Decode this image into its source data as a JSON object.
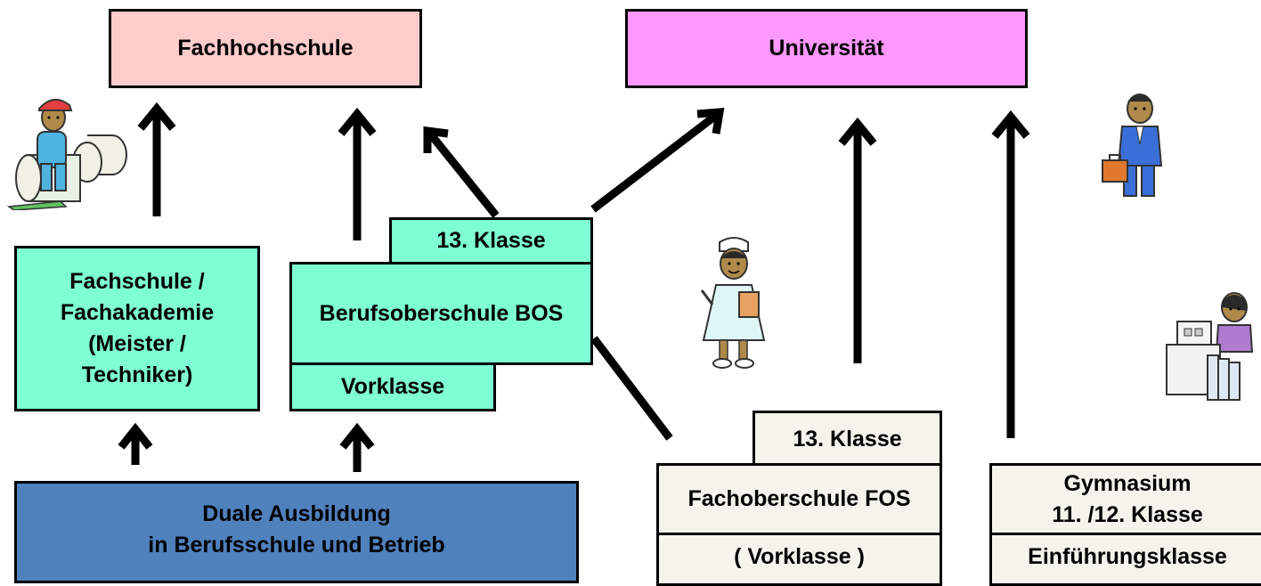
{
  "boxes": {
    "fachhochschule": "Fachhochschule",
    "universitaet": "Universität",
    "fachschule_lines": [
      "Fachschule /",
      "Fachakademie",
      "(Meister /",
      "Techniker)"
    ],
    "bos_13": "13. Klasse",
    "bos": "Berufsoberschule BOS",
    "bos_vorklasse": "Vorklasse",
    "duale_lines": [
      "Duale Ausbildung",
      "in Berufsschule und Betrieb"
    ],
    "fos_13": "13. Klasse",
    "fos": "Fachoberschule FOS",
    "fos_vorklasse": "( Vorklasse )",
    "gym_lines": [
      "Gymnasium",
      "11. /12. Klasse"
    ],
    "gym_einf": "Einführungsklasse"
  },
  "colors": {
    "fachhochschule": "#ffcccc",
    "universitaet": "#ff99ff",
    "mint": "#7fffd4",
    "duale": "#4f81bd",
    "cream": "#f4f3ec"
  },
  "icons": [
    "worker-with-rolls-icon",
    "nurse-icon",
    "businessman-icon",
    "office-worker-icon"
  ]
}
